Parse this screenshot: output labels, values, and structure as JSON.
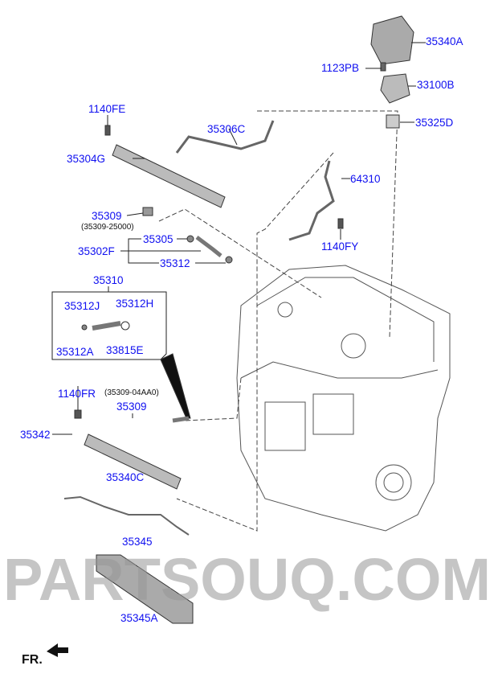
{
  "watermark": "PARTSOUQ.COM",
  "direction_label": "FR.",
  "labels": {
    "p35340A": "35340A",
    "p1123PB": "1123PB",
    "p33100B": "33100B",
    "p35325D": "35325D",
    "p1140FE": "1140FE",
    "p35306C": "35306C",
    "p35304G": "35304G",
    "p64310": "64310",
    "p35309a": "35309",
    "p35309a_sub": "(35309-25000)",
    "p35305": "35305",
    "p35302F": "35302F",
    "p35312": "35312",
    "p1140FY": "1140FY",
    "p35310": "35310",
    "p35312J": "35312J",
    "p35312H": "35312H",
    "p35312A": "35312A",
    "p33815E": "33815E",
    "p1140FR": "1140FR",
    "p35309b_sub": "(35309-04AA0)",
    "p35309b": "35309",
    "p35342": "35342",
    "p35340C": "35340C",
    "p35345": "35345",
    "p35345A": "35345A"
  },
  "colors": {
    "label": "#1010f0",
    "line": "#222222"
  }
}
